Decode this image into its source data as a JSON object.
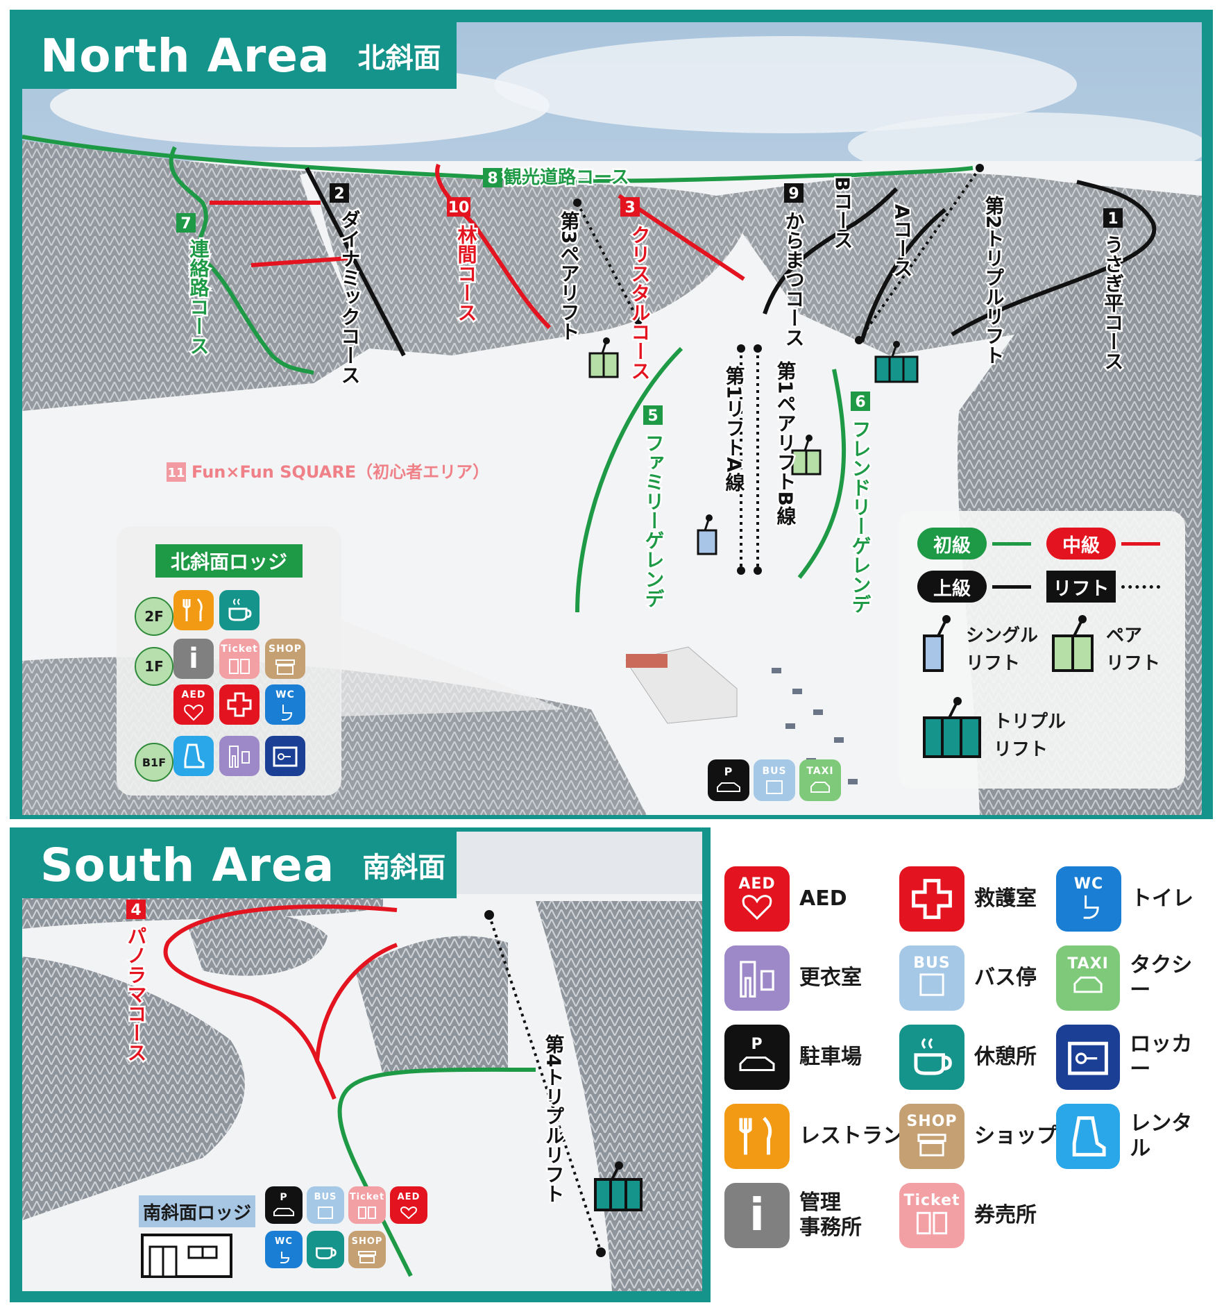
{
  "north": {
    "title_en": "North Area",
    "title_jp": "北斜面",
    "courses": {
      "c1": "うさぎ平コース",
      "c2": "ダイナミックコース",
      "c3": "クリスタルコース",
      "c5": "ファミリーゲレンデ",
      "c6": "フレンドリーゲレンデ",
      "c7": "連絡路コース",
      "c8": "観光道路コース",
      "c9": "からまつコース",
      "c9a": "Aコース",
      "c9b": "Bコース",
      "c10": "林間コース",
      "c11": "Fun×Fun SQUARE（初心者エリア）"
    },
    "nums": {
      "n1": "1",
      "n2": "2",
      "n3": "3",
      "n5": "5",
      "n6": "6",
      "n7": "7",
      "n8": "8",
      "n9": "9",
      "n10": "10",
      "n11": "11"
    },
    "lifts": {
      "l1a": "第1リフトA線",
      "l1b": "第1ペアリフトB線",
      "l2": "第2トリプルリフト",
      "l3": "第3ペアリフト"
    },
    "lodge_title": "北斜面ロッジ",
    "floors": [
      "2F",
      "1F",
      "B1F"
    ],
    "legend": {
      "beginner": "初級",
      "intermediate": "中級",
      "advanced": "上級",
      "lift": "リフト",
      "single_1": "シングル",
      "single_2": "リフト",
      "pair_1": "ペア",
      "pair_2": "リフト",
      "triple_1": "トリプル",
      "triple_2": "リフト"
    },
    "colors": {
      "beginner": "#1e9a46",
      "intermediate": "#e3141f",
      "advanced": "#111111",
      "teal": "#14948a"
    }
  },
  "south": {
    "title_en": "South Area",
    "title_jp": "南斜面",
    "courses": {
      "c4": "パノラマコース"
    },
    "nums": {
      "n4": "4"
    },
    "lifts": {
      "l4": "第4トリプルリフト"
    },
    "lodge_title": "南斜面ロッジ"
  },
  "icon_text": {
    "p": "P",
    "bus": "BUS",
    "taxi": "TAXI",
    "ticket": "Ticket",
    "shop": "SHOP",
    "aed": "AED",
    "wc": "WC",
    "info": "i"
  },
  "key": {
    "aed": "AED",
    "first_aid": "救護室",
    "toilet": "トイレ",
    "changing": "更衣室",
    "bus_stop": "バス停",
    "taxi": "タクシー",
    "parking": "駐車場",
    "rest": "休憩所",
    "locker": "ロッカー",
    "restaurant": "レストラン",
    "shop": "ショップ",
    "rental": "レンタル",
    "office_1": "管理",
    "office_2": "事務所",
    "ticket_office": "券売所"
  }
}
